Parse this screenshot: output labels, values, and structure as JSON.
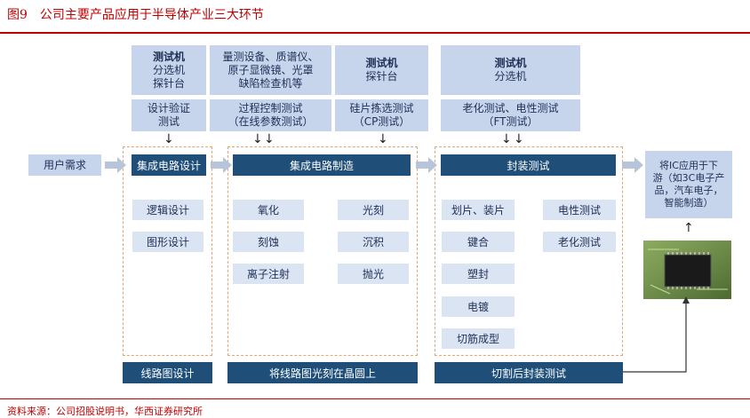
{
  "title": "图9　公司主要产品应用于半导体产业三大环节",
  "source": "资料来源：公司招股说明书，华西证券研究所",
  "equipment": {
    "col1_title": "测试机",
    "col1_lines": [
      "分选机",
      "探针台"
    ],
    "col2_lines": [
      "量测设备、质谱仪、",
      "原子显微镜、光罩",
      "缺陷检查机等"
    ],
    "col3_title": "测试机",
    "col3_lines": [
      "探针台"
    ],
    "col4_title": "测试机",
    "col4_lines": [
      "分选机"
    ]
  },
  "tests": {
    "t1": [
      "设计验证",
      "测试"
    ],
    "t2": [
      "过程控制测试",
      "（在线参数测试）"
    ],
    "t3": [
      "硅片拣选测试",
      "（CP测试）"
    ],
    "t4": [
      "老化测试、电性测试",
      "（FT测试）"
    ]
  },
  "demand": "用户需求",
  "stages": {
    "design": "集成电路设计",
    "manufacturing": "集成电路制造",
    "packaging": "封装测试"
  },
  "design_items": [
    "逻辑设计",
    "图形设计"
  ],
  "manufacturing_items_left": [
    "氧化",
    "刻蚀",
    "离子注射"
  ],
  "manufacturing_items_right": [
    "光刻",
    "沉积",
    "抛光"
  ],
  "packaging_items_left": [
    "划片、装片",
    "键合",
    "塑封",
    "电镀",
    "切筋成型"
  ],
  "packaging_items_right": [
    "电性测试",
    "老化测试"
  ],
  "outputs": {
    "design": "线路图设计",
    "manufacturing": "将线路图光刻在晶圆上",
    "packaging": "切割后封装测试"
  },
  "application": [
    "将IC应用于下",
    "游（如3C电子产",
    "品，汽车电子，",
    "智能制造）"
  ]
}
